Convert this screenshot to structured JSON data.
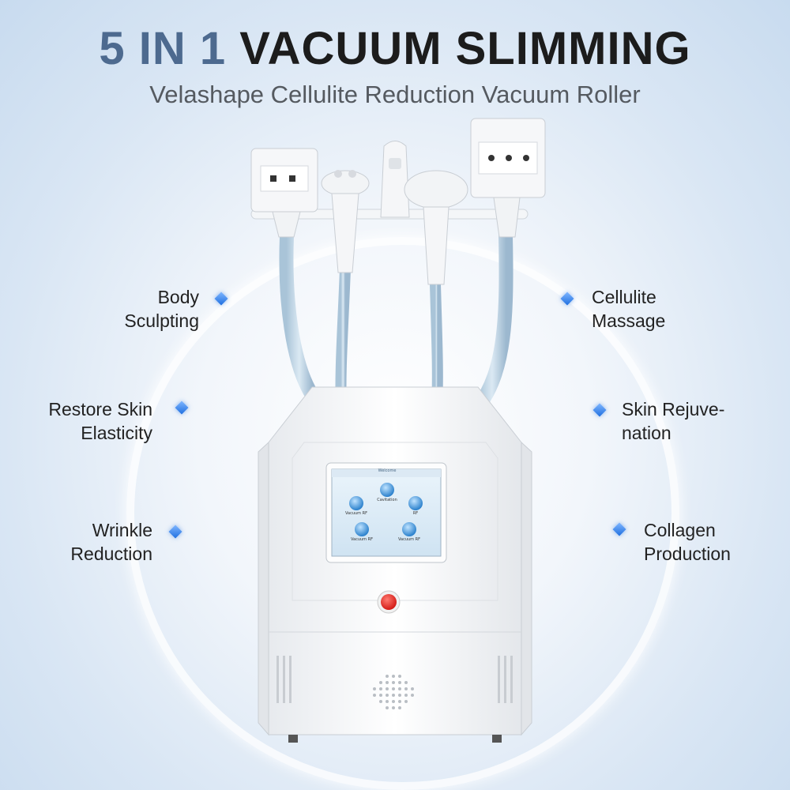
{
  "header": {
    "title_accent": "5 IN 1",
    "title_main": "VACUUM SLIMMING",
    "subtitle": "Velashape Cellulite Reduction Vacuum Roller"
  },
  "features_left": [
    {
      "line1": "Body",
      "line2": "Sculpting"
    },
    {
      "line1": "Restore Skin",
      "line2": "Elasticity"
    },
    {
      "line1": "Wrinkle",
      "line2": "Reduction"
    }
  ],
  "features_right": [
    {
      "line1": "Cellulite",
      "line2": "Massage"
    },
    {
      "line1": "Skin Rejuve-",
      "line2": "nation"
    },
    {
      "line1": "Collagen",
      "line2": "Production"
    }
  ],
  "screen": {
    "header_text": "Welcome",
    "menu": [
      "Cavitation",
      "Vacuum RF",
      "RF",
      "Vacuum RF",
      "Vacuum RF"
    ]
  },
  "colors": {
    "accent": "#4d6a8f",
    "diamond": "#1f6fe0",
    "power_button": "#e8231f"
  }
}
